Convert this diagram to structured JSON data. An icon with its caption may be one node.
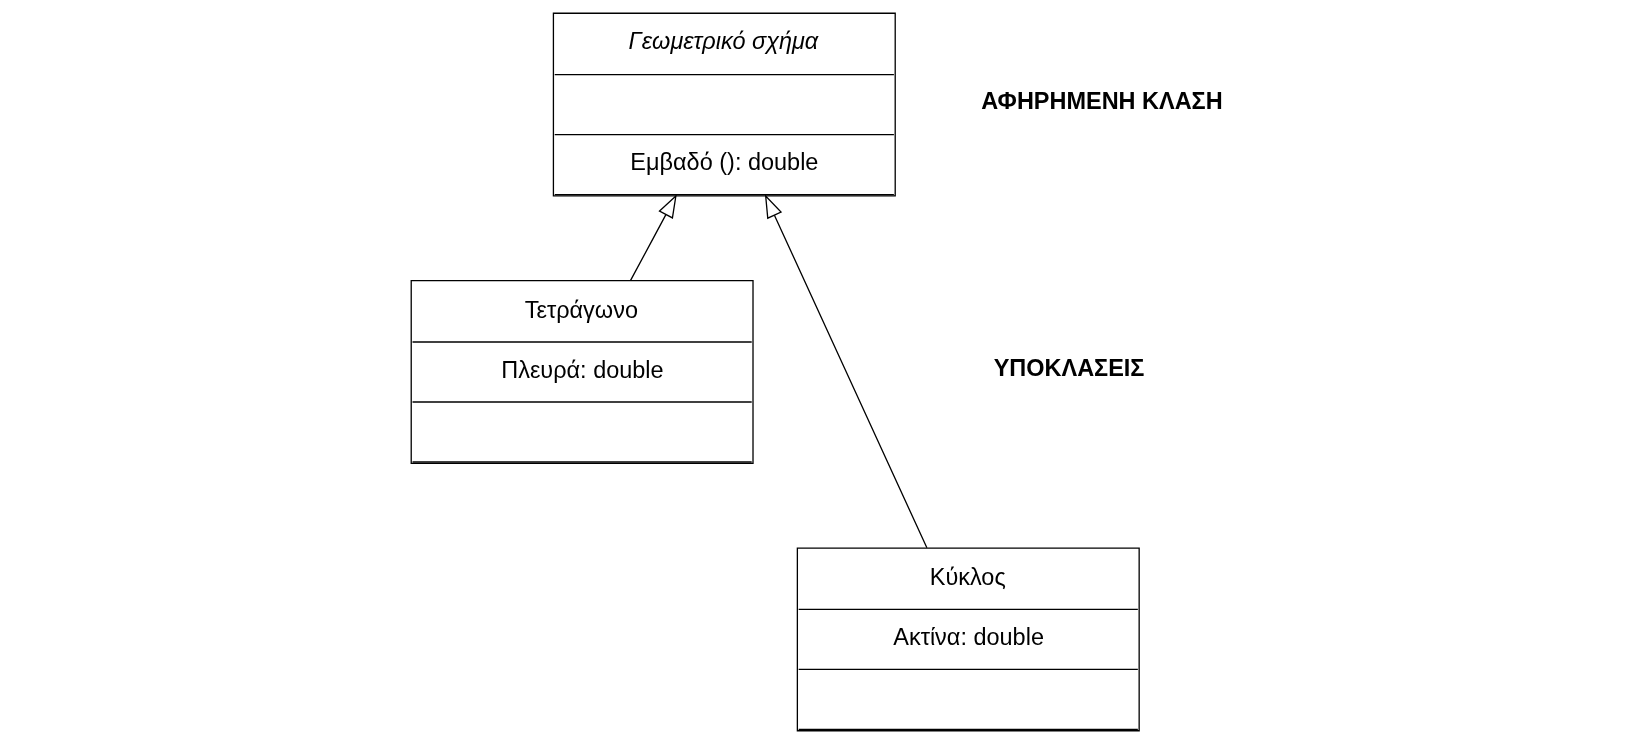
{
  "diagram": {
    "nodes": [
      {
        "text": [
          "Γεωμετρικό σχήμα",
          "Εμβαδό (): double"
        ]
      },
      {
        "text": [
          "Τετράγωνο",
          "Πλευρά: double"
        ]
      },
      {
        "text": [
          "Κύκλος",
          "Ακτίνα: double"
        ]
      }
    ],
    "edges": [
      {
        "from": 1,
        "to": 0,
        "arrow": "to"
      },
      {
        "from": 2,
        "to": 0,
        "arrow": "to"
      }
    ],
    "labels": [
      "ΑΦΗΡΗΜΕΝΗ ΚΛΑΣΗ",
      "ΥΠΟΚΛΑΣΕΙΣ"
    ]
  }
}
